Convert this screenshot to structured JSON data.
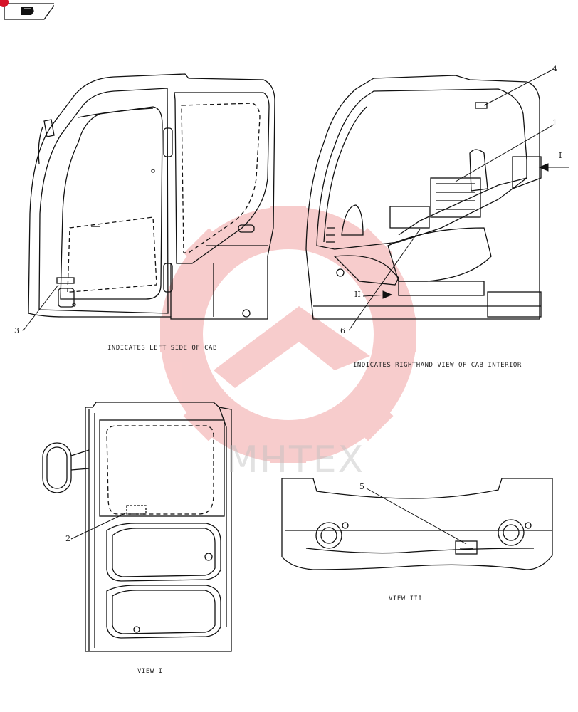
{
  "header": {
    "icon": "manual-book-icon",
    "badge_color": "#d6142a"
  },
  "watermark": {
    "text": "MHTEX",
    "color": "#f08080"
  },
  "captions": {
    "left_side": "INDICATES LEFT SIDE OF CAB",
    "right_view": "INDICATES RIGHTHAND VIEW OF CAB INTERIOR",
    "view_1": "VIEW I",
    "view_3": "VIEW III"
  },
  "callouts": {
    "c1": "1",
    "c2": "2",
    "c3": "3",
    "c4": "4",
    "c5": "5",
    "c6": "6",
    "arrow_I": "I",
    "arrow_II": "II"
  }
}
